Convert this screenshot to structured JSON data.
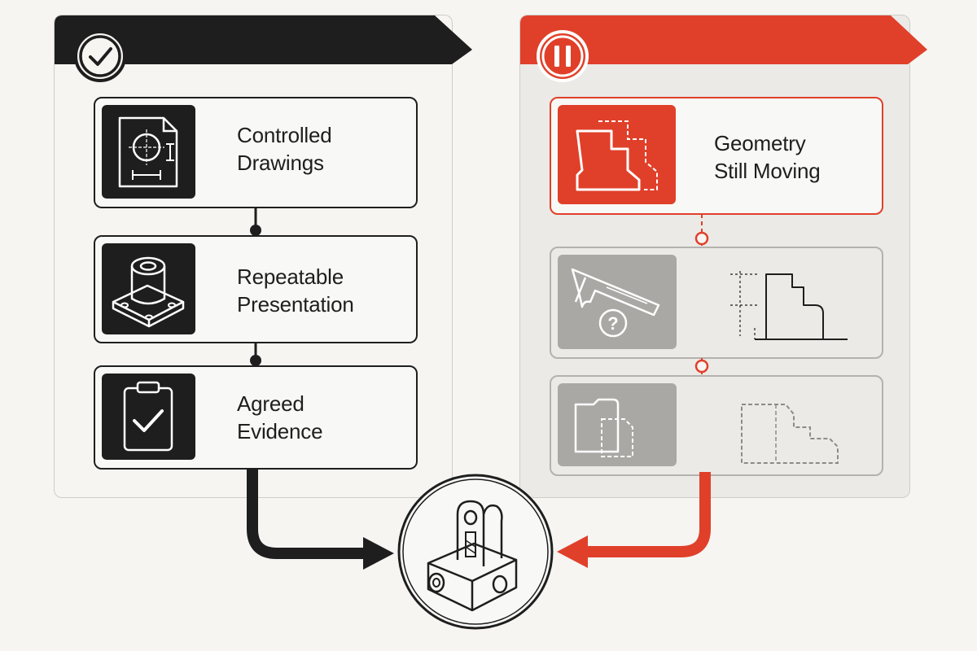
{
  "left_panel": {
    "status_icon": "check-circle-icon",
    "cards": [
      {
        "line1": "Controlled",
        "line2": "Drawings",
        "icon": "drawing-document-icon"
      },
      {
        "line1": "Repeatable",
        "line2": "Presentation",
        "icon": "fixture-block-icon"
      },
      {
        "line1": "Agreed",
        "line2": "Evidence",
        "icon": "clipboard-check-icon"
      }
    ]
  },
  "right_panel": {
    "status_icon": "pause-circle-icon",
    "cards": [
      {
        "line1": "Geometry",
        "line2": "Still Moving",
        "icon": "shifting-profile-icon"
      },
      {
        "icon": "caliper-question-icon"
      },
      {
        "icon": "folder-document-icon"
      }
    ]
  },
  "target": {
    "icon": "part-assembly-icon"
  },
  "colors": {
    "dark": "#1e1e1e",
    "accent": "#e0402a",
    "muted": "#a9a8a5"
  }
}
